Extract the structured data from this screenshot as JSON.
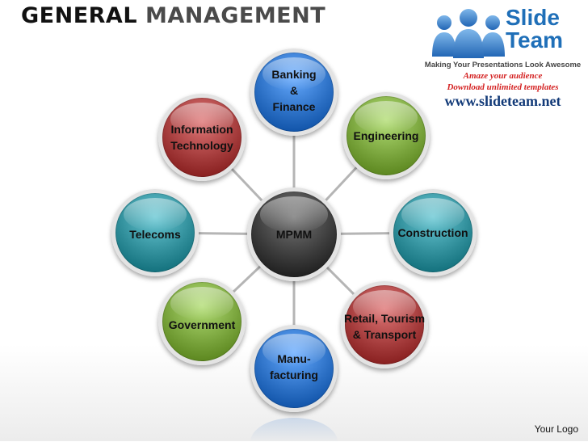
{
  "title": {
    "word1": "GENERAL",
    "word2": "MANAGEMENT"
  },
  "logo": {
    "brand_line1": "Slide",
    "brand_line2": "Team",
    "tagline": "Making Your Presentations Look Awesome",
    "line1": "Amaze your audience",
    "line2": "Download unlimited templates",
    "url": "www.slideteam.net"
  },
  "hub": {
    "label": "MPMM",
    "color": "#3a3a3a"
  },
  "spokes": [
    {
      "id": "banking",
      "label": "Banking\n&\nFinance",
      "color": "#2b6fc4"
    },
    {
      "id": "engineering",
      "label": "Engineering",
      "color": "#77a23a"
    },
    {
      "id": "construction",
      "label": "Construction",
      "color": "#2e8c98"
    },
    {
      "id": "retail",
      "label": "Retail, Tourism\n& Transport",
      "color": "#a33a3a"
    },
    {
      "id": "manufacturing",
      "label": "Manu-\nfacturing",
      "color": "#2b6fc4"
    },
    {
      "id": "government",
      "label": "Government",
      "color": "#77a23a"
    },
    {
      "id": "telecoms",
      "label": "Telecoms",
      "color": "#2e8c98"
    },
    {
      "id": "information-technology",
      "label": "Information\nTechnology",
      "color": "#a33a3a"
    }
  ],
  "footer": {
    "text": "Your Logo"
  }
}
